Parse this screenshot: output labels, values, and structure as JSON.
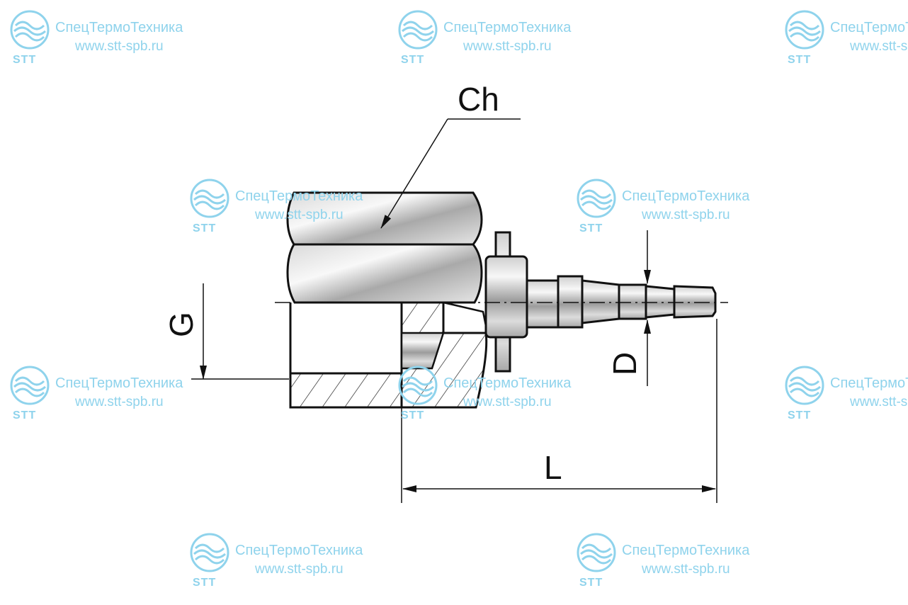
{
  "watermark": {
    "company": "СпецТермоТехника",
    "url": "www.stt-spb.ru",
    "logo_text": "STT",
    "color": "#8fd3ec"
  },
  "labels": {
    "hex_size": "Ch",
    "thread": "G",
    "hose_diameter": "D",
    "length": "L"
  },
  "colors": {
    "outline": "#111111",
    "metal_light": "#f2f2f2",
    "metal_dark": "#8a8a8a",
    "watermark": "#8fd3ec"
  },
  "icons": [
    "stt-logo-icon"
  ]
}
